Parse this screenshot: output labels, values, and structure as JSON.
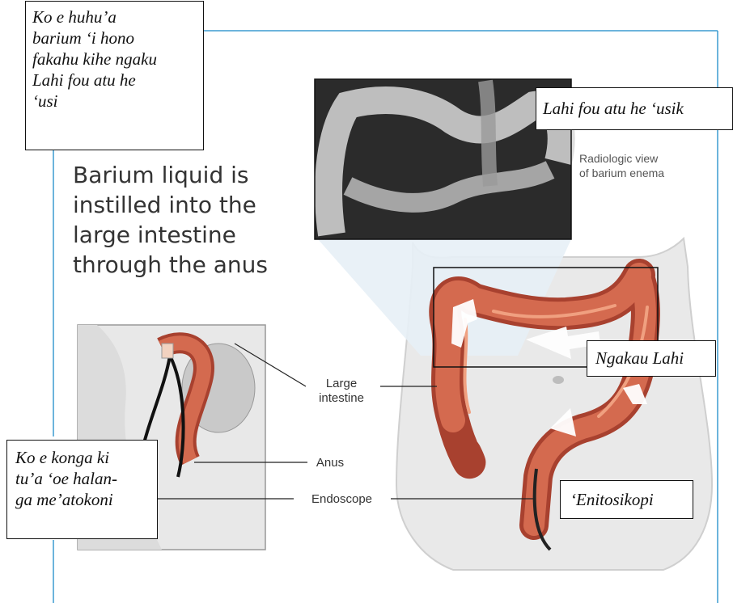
{
  "headline": "Barium liquid is\ninstilled into the\nlarge intestine\nthrough the anus",
  "xray_caption": "Radiologic view\nof barium enema",
  "labels": {
    "large_intestine": "Large\nintestine",
    "anus": "Anus",
    "endoscope": "Endoscope"
  },
  "tongan_boxes": {
    "top_left": "Ko e huhu’a\nbarium ‘i hono\nfakahu kihe ngaku\nLahi fou atu he\n‘usi",
    "xray": "Lahi fou atu he ‘usik",
    "ngakau": "Ngakau Lahi",
    "anus_region": "Ko e konga ki\ntu’a ‘oe halan-\nga me’atokoni",
    "endoscope": "‘Enitosikopi"
  },
  "colors": {
    "frame_line": "#3b9bd1",
    "intestine": "#c8553d",
    "skin": "#e9e9e9"
  }
}
